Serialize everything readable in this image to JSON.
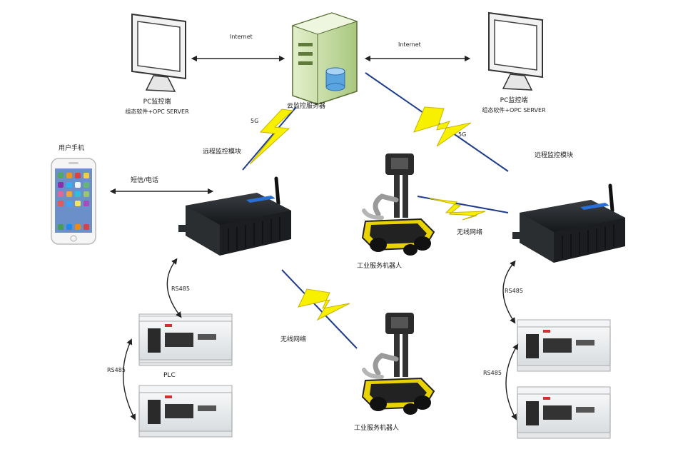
{
  "labels": {
    "internet_left": "Internet",
    "internet_right": "Internet",
    "pc_left_line1": "PC监控端",
    "pc_left_line2": "组态软件+OPC SERVER",
    "pc_right_line1": "PC监控端",
    "pc_right_line2": "组态软件+OPC SERVER",
    "cloud_server": "云监控服务器",
    "link_5g_left": "5G",
    "link_5g_right": "5G",
    "phone": "用户手机",
    "sms_call": "短信/电话",
    "module_left": "远程监控模块",
    "module_right": "远程监控模块",
    "robot_top": "工业服务机器人",
    "robot_bottom": "工业服务机器人",
    "wireless_right": "无线网络",
    "wireless_left": "无线网络",
    "rs485_left_top": "RS485",
    "rs485_left_bottom": "RS485",
    "plc": "PLC",
    "rs485_right_top": "RS485",
    "rs485_right_bottom": "RS485"
  },
  "colors": {
    "lightning_fill": "#f7f000",
    "lightning_line": "#1f3d8a",
    "module_body": "#202326",
    "module_badge": "#2a6fd6",
    "server_body": "#cfe3b0",
    "plc_body": "#e9ecef",
    "robot_frame": "#2b2b2b",
    "robot_accent": "#e8d300"
  }
}
